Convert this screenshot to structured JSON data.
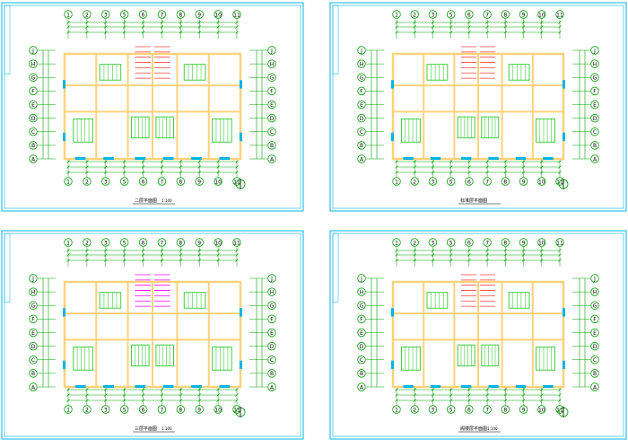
{
  "viewer": {
    "background": "#ffffff",
    "frame_color": "#00b4e6",
    "grid_color": "#00a000",
    "wall_color": "#ffd27a",
    "room_color": "#40d040",
    "stair_color": "#ff00ff",
    "label_color": "#000000"
  },
  "sheets": [
    {
      "id": "sheet-1",
      "title": "二层平面图",
      "scale": "1:100",
      "col_labels": [
        "1",
        "2",
        "3",
        "5",
        "6",
        "7",
        "8",
        "9",
        "10",
        "11"
      ],
      "row_labels": [
        "J",
        "H",
        "G",
        "F",
        "E",
        "D",
        "C",
        "B",
        "A"
      ]
    },
    {
      "id": "sheet-2",
      "title": "标准层平面图",
      "scale": "",
      "col_labels": [
        "1",
        "2",
        "3",
        "5",
        "6",
        "7",
        "8",
        "9",
        "10",
        "11"
      ],
      "row_labels": [
        "J",
        "H",
        "G",
        "F",
        "E",
        "D",
        "C",
        "B",
        "A"
      ]
    },
    {
      "id": "sheet-3",
      "title": "三层平面图",
      "scale": "1:100",
      "col_labels": [
        "1",
        "2",
        "3",
        "5",
        "6",
        "7",
        "8",
        "9",
        "10",
        "11"
      ],
      "row_labels": [
        "J",
        "H",
        "G",
        "F",
        "E",
        "D",
        "C",
        "B",
        "A"
      ]
    },
    {
      "id": "sheet-4",
      "title": "阁楼层平面图",
      "scale": "1:100",
      "col_labels": [
        "1",
        "2",
        "3",
        "5",
        "6",
        "7",
        "8",
        "9",
        "10",
        "11"
      ],
      "row_labels": [
        "J",
        "H",
        "G",
        "F",
        "E",
        "D",
        "C",
        "B",
        "A"
      ]
    }
  ]
}
